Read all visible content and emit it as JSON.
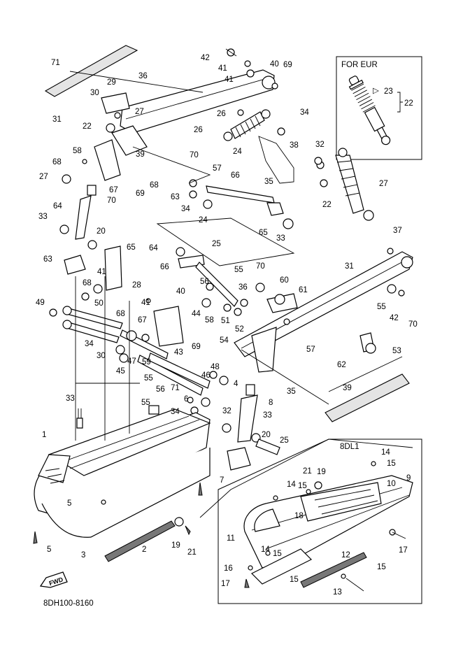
{
  "diagram_code": "8DH100-8160",
  "fwd_label": "FWD",
  "inset_eur": {
    "title": "FOR EUR",
    "symbol": "▷",
    "labels": [
      "23",
      "22"
    ]
  },
  "inset_8dl1": {
    "title": "8DL1",
    "labels": [
      "14",
      "15",
      "19",
      "21",
      "14",
      "15",
      "10",
      "9",
      "11",
      "14",
      "15",
      "18",
      "17",
      "12",
      "15",
      "16",
      "17",
      "15",
      "13"
    ]
  },
  "callouts": [
    "71",
    "42",
    "41",
    "41",
    "40",
    "69",
    "36",
    "29",
    "30",
    "31",
    "27",
    "26",
    "26",
    "34",
    "22",
    "24",
    "38",
    "58",
    "39",
    "68",
    "70",
    "57",
    "27",
    "69",
    "68",
    "63",
    "66",
    "35",
    "67",
    "34",
    "70",
    "24",
    "22",
    "27",
    "32",
    "64",
    "65",
    "33",
    "33",
    "20",
    "65",
    "64",
    "66",
    "25",
    "63",
    "55",
    "41",
    "37",
    "31",
    "70",
    "56",
    "68",
    "36",
    "60",
    "28",
    "61",
    "40",
    "55",
    "49",
    "50",
    "41",
    "42",
    "70",
    "44",
    "67",
    "51",
    "68",
    "58",
    "52",
    "34",
    "57",
    "54",
    "30",
    "53",
    "47",
    "59",
    "43",
    "69",
    "62",
    "45",
    "55",
    "48",
    "56",
    "46",
    "71",
    "39",
    "35",
    "4",
    "55",
    "6",
    "34",
    "8",
    "33",
    "32",
    "33",
    "1",
    "20",
    "25",
    "7",
    "5",
    "19",
    "21",
    "5",
    "3",
    "2"
  ]
}
